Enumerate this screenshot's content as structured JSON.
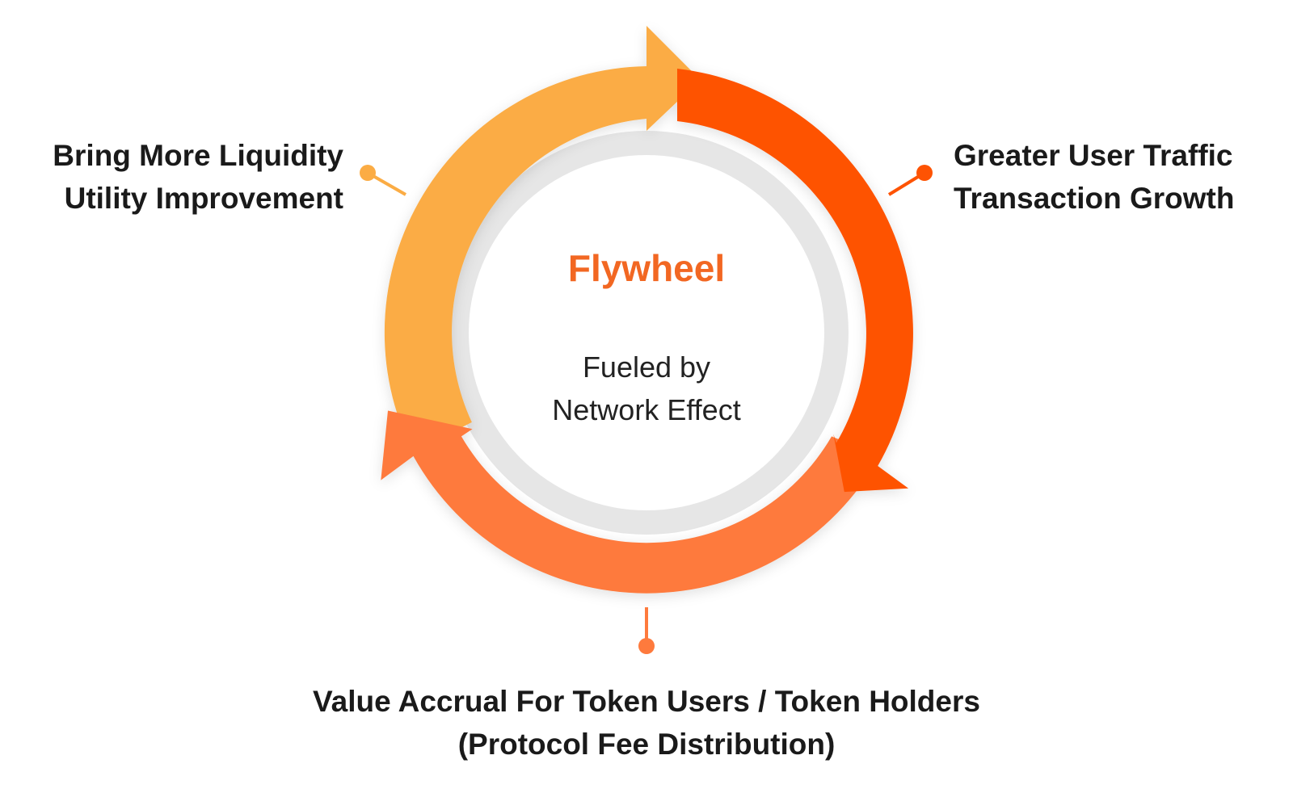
{
  "center": {
    "title": "Flywheel",
    "subtitle_line1": "Fueled by",
    "subtitle_line2": "Network Effect"
  },
  "nodes": {
    "left": {
      "line1": "Bring More Liquidity",
      "line2": "Utility Improvement"
    },
    "right": {
      "line1": "Greater User Traffic",
      "line2": "Transaction Growth"
    },
    "bottom": {
      "line1": "Value Accrual For Token Users / Token Holders",
      "line2": "(Protocol Fee Distribution)"
    }
  },
  "colors": {
    "arrow_left": "#fbac44",
    "arrow_right": "#fe5303",
    "arrow_bottom": "#fe7a3d",
    "inner_ring": "#e6e6e6",
    "title": "#f26722"
  }
}
